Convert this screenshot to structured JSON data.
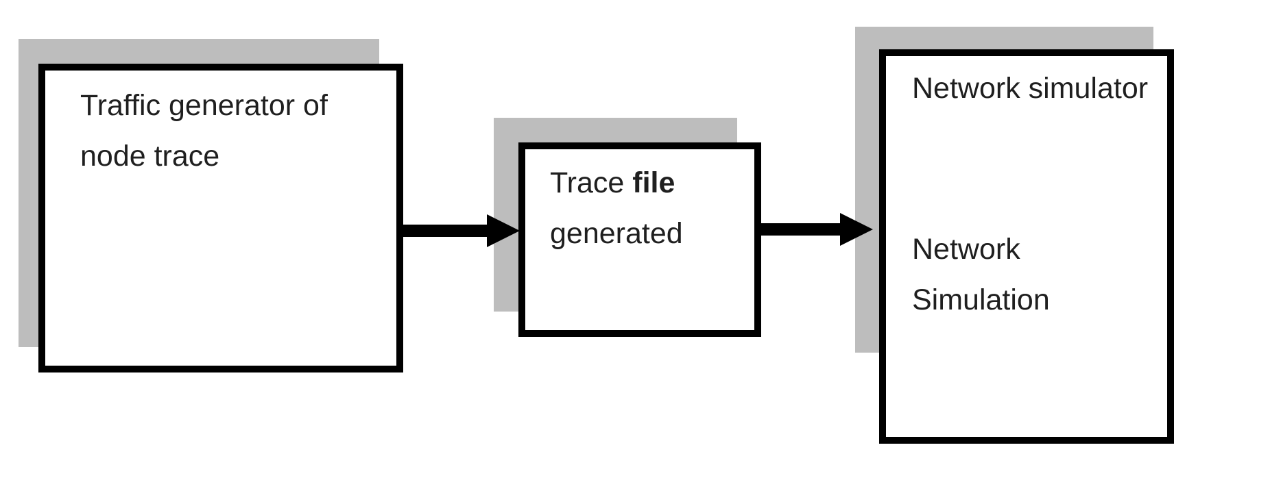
{
  "colors": {
    "background": "#ffffff",
    "shadow": "#bdbdbd",
    "node_fill": "#ffffff",
    "node_border": "#000000",
    "arrow": "#000000",
    "text": "#1f1f1f"
  },
  "diagram": {
    "traffic_generator": {
      "line1": "Traffic generator of",
      "line2": "node trace"
    },
    "trace_file": {
      "line1_normal": "Trace ",
      "line1_bold": "file",
      "line2": "generated"
    },
    "network_simulator": {
      "title": "Network simulator",
      "line1": "Network",
      "line2": "Simulation"
    }
  }
}
